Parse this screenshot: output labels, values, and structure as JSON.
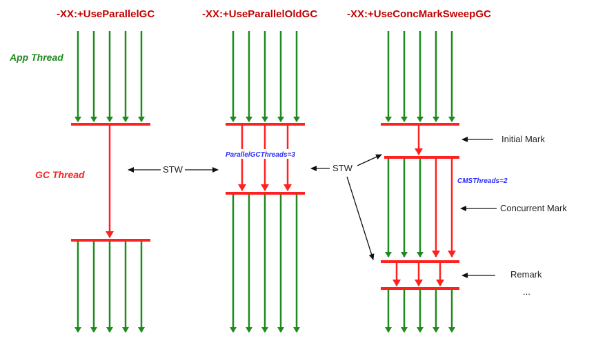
{
  "collectors": [
    {
      "flag": "-XX:+UseParallelGC"
    },
    {
      "flag": "-XX:+UseParallelOldGC"
    },
    {
      "flag": "-XX:+UseConcMarkSweepGC"
    }
  ],
  "labels": {
    "app_thread": "App Thread",
    "gc_thread": "GC Thread",
    "stw_left": "STW",
    "stw_right": "STW",
    "parallel_gc_threads": "ParallelGCThreads=3",
    "cms_threads": "CMSThreads=2",
    "initial_mark": "Initial Mark",
    "concurrent_mark": "Concurrent Mark",
    "remark": "Remark",
    "ellipsis": "..."
  },
  "colors": {
    "app_thread": "#1f8a1f",
    "gc_thread": "#ff2020",
    "title": "#c00000",
    "param": "#2b2bff",
    "annotation": "#222222"
  }
}
